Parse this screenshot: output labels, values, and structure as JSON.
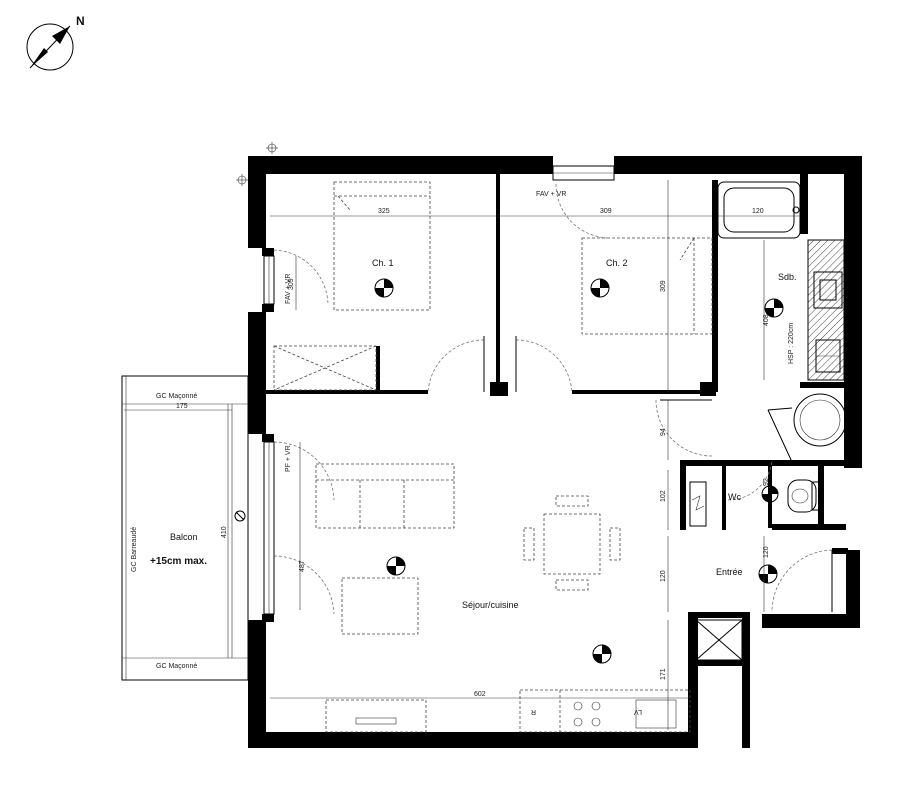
{
  "compass": {
    "label": "N",
    "icon": "north-arrow-icon"
  },
  "rooms": {
    "ch1": "Ch. 1",
    "ch2": "Ch. 2",
    "sdb": "Sdb.",
    "wc": "Wc",
    "entree": "Entrée",
    "sejour": "Séjour/cuisine",
    "balcon": "Balcon",
    "balcon_note": "+15cm max."
  },
  "annotations": {
    "fav_vr_top": "FAV + VR",
    "fav_vr_left": "FAV + VR",
    "pf_vr": "PF + VR",
    "hsp": "HSP : 220cm",
    "gc_maconne_top": "GC Maçonné",
    "gc_maconne_bottom": "GC Maçonné",
    "gc_barreaude": "GC Barreaudé",
    "fridge": "R",
    "lv": "LV"
  },
  "dimensions": {
    "d325": "325",
    "d309a": "309",
    "d309b": "309",
    "d309c": "309",
    "d120a": "120",
    "d408": "408",
    "d175": "175",
    "d410": "410",
    "d487": "487",
    "d94": "94",
    "d102": "102",
    "d120b": "120",
    "d92": "92",
    "d120c": "120",
    "d171": "171",
    "d602": "602"
  },
  "colors": {
    "wall": "#000000",
    "line": "#333333",
    "dashed": "#777777"
  }
}
